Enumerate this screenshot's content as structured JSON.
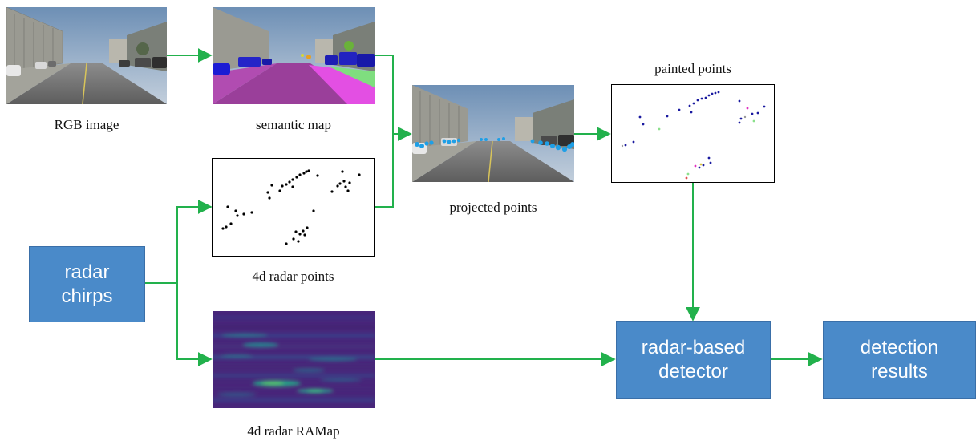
{
  "captions": {
    "rgb": "RGB image",
    "semantic": "semantic map",
    "radar_points": "4d radar points",
    "ramap": "4d radar RAMap",
    "projected": "projected points",
    "painted": "painted points"
  },
  "boxes": {
    "radar_chirps": [
      "radar",
      "chirps"
    ],
    "detector": [
      "radar-based",
      "detector"
    ],
    "results": [
      "detection",
      "results"
    ]
  },
  "colors": {
    "arrow": "#22b14c",
    "box_fill": "#4a8ac9",
    "box_text": "#ffffff"
  }
}
